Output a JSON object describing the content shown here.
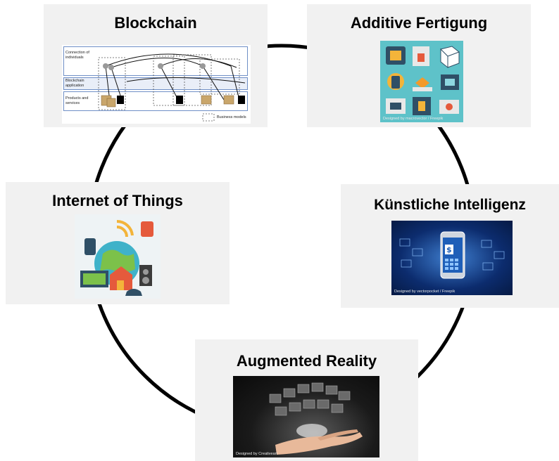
{
  "cards": {
    "blockchain": {
      "title": "Blockchain",
      "labels": {
        "connection": "Connection of individuals",
        "application": "Blockchain application",
        "products": "Products and services",
        "business_models": "Business models"
      }
    },
    "additive": {
      "title": "Additive Fertigung",
      "credit": "Designed by macrovector / Freepik"
    },
    "iot": {
      "title": "Internet of Things"
    },
    "ki": {
      "title": "Künstliche Intelligenz",
      "credit": "Designed by vectorpocket / Freepik"
    },
    "ar": {
      "title": "Augmented Reality",
      "credit": "Designed by Creativeart"
    }
  },
  "colors": {
    "card_bg": "#f1f1f1",
    "ring": "#000000",
    "band_border": "#6f8fc6",
    "ki_bg": "#0c2c6e",
    "additive_bg": "#5ec2c9",
    "ar_bg": "#1a1a1a"
  }
}
